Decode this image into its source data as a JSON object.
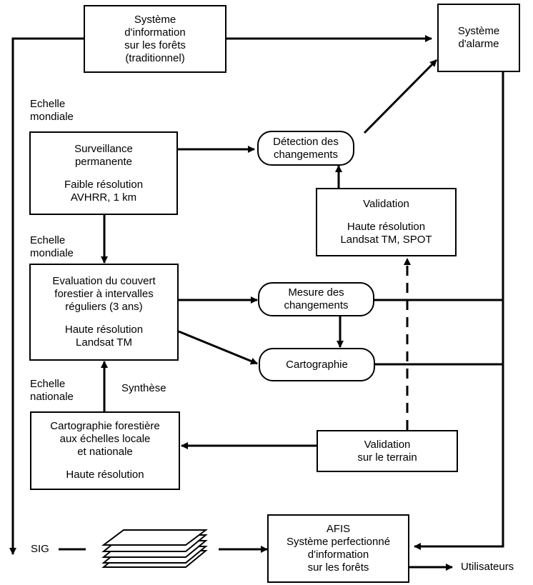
{
  "nodes": {
    "traditional_fis": {
      "lines": [
        "Système",
        "d'information",
        "sur les forêts",
        "(traditionnel)"
      ]
    },
    "alarm_system": {
      "lines": [
        "Système",
        "d'alarme"
      ]
    },
    "permanent_monitoring": {
      "lines": [
        "Surveillance",
        "permanente"
      ],
      "sub_lines": [
        "Faible résolution",
        "AVHRR, 1 km"
      ]
    },
    "change_detection": {
      "lines": [
        "Détection des",
        "changements"
      ]
    },
    "validation_hr": {
      "lines": [
        "Validation"
      ],
      "sub_lines": [
        "Haute résolution",
        "Landsat TM, SPOT"
      ]
    },
    "forest_cover_assessment": {
      "lines": [
        "Evaluation du couvert",
        "forestier à intervalles",
        "réguliers (3 ans)"
      ],
      "sub_lines": [
        "Haute résolution",
        "Landsat TM"
      ]
    },
    "change_measurement": {
      "lines": [
        "Mesure des",
        "changements"
      ]
    },
    "cartography": {
      "lines": [
        "Cartographie"
      ]
    },
    "forest_mapping": {
      "lines": [
        "Cartographie forestière",
        "aux échelles locale",
        "et nationale"
      ],
      "sub_lines": [
        "Haute résolution"
      ]
    },
    "field_validation": {
      "lines": [
        "Validation",
        "sur le terrain"
      ]
    },
    "afis": {
      "lines": [
        "AFIS",
        "Système perfectionné",
        "d'information",
        "sur les forêts"
      ]
    }
  },
  "labels": {
    "scale_global_1": [
      "Echelle",
      "mondiale"
    ],
    "scale_global_2": [
      "Echelle",
      "mondiale"
    ],
    "scale_national": [
      "Echelle",
      "nationale"
    ],
    "synthesis": "Synthèse",
    "gis": "SIG",
    "users": "Utilisateurs"
  },
  "edges": [
    {
      "from": "traditional_fis",
      "to": "alarm_system",
      "style": "solid"
    },
    {
      "from": "traditional_fis",
      "to": "gis",
      "style": "solid"
    },
    {
      "from": "permanent_monitoring",
      "to": "change_detection",
      "style": "solid"
    },
    {
      "from": "permanent_monitoring",
      "to": "forest_cover_assessment",
      "style": "solid"
    },
    {
      "from": "change_detection",
      "to": "alarm_system",
      "style": "solid"
    },
    {
      "from": "validation_hr",
      "to": "change_detection",
      "style": "solid"
    },
    {
      "from": "forest_cover_assessment",
      "to": "change_measurement",
      "style": "solid"
    },
    {
      "from": "forest_cover_assessment",
      "to": "cartography",
      "style": "solid"
    },
    {
      "from": "change_measurement",
      "to": "cartography",
      "style": "solid"
    },
    {
      "from": "forest_mapping",
      "to": "forest_cover_assessment",
      "style": "solid",
      "label": "Synthèse"
    },
    {
      "from": "field_validation",
      "to": "forest_mapping",
      "style": "solid"
    },
    {
      "from": "field_validation",
      "to": "validation_hr",
      "style": "dashed"
    },
    {
      "from": "alarm_system",
      "to": "afis",
      "style": "solid"
    },
    {
      "from": "change_measurement",
      "to": "afis",
      "style": "solid"
    },
    {
      "from": "cartography",
      "to": "afis",
      "style": "solid"
    },
    {
      "from": "gis",
      "to": "afis",
      "style": "solid"
    },
    {
      "from": "afis",
      "to": "users",
      "style": "solid"
    }
  ]
}
